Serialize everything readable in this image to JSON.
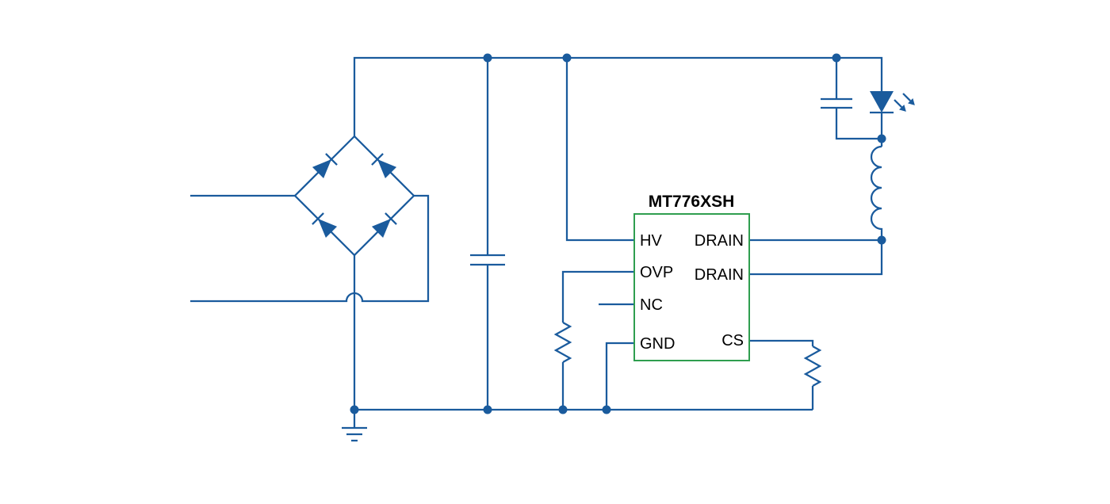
{
  "ic": {
    "title": "MT776XSH",
    "pins": {
      "hv": "HV",
      "ovp": "OVP",
      "nc": "NC",
      "gnd": "GND",
      "drain1": "DRAIN",
      "drain2": "DRAIN",
      "cs": "CS"
    }
  },
  "colors": {
    "wire": "#1a5b9d",
    "ic_border": "#2f9e4f",
    "text": "#000000",
    "background": "#ffffff"
  },
  "components": [
    "bridge-rectifier",
    "ac-input-lines",
    "bulk-capacitor",
    "ic-mt776xsh",
    "ovp-resistor",
    "cs-resistor",
    "output-capacitor",
    "led",
    "inductor",
    "ground-symbol"
  ]
}
